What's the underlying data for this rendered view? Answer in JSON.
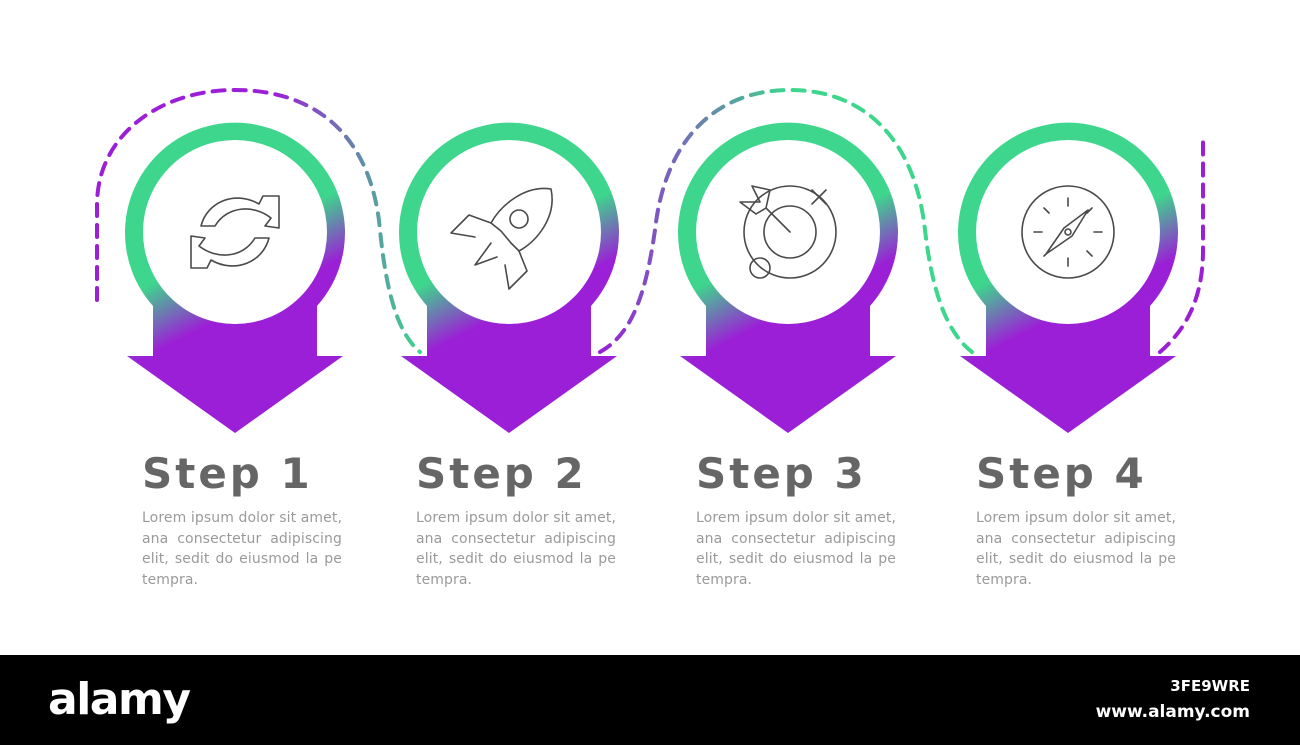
{
  "steps": [
    {
      "title": "Step 1",
      "description": "Lorem ipsum dolor sit amet, ana consectetur adipiscing elit, sedit do eiusmod la pe tempra.",
      "icon": "refresh-icon"
    },
    {
      "title": "Step 2",
      "description": "Lorem ipsum dolor sit amet, ana consectetur adipiscing elit, sedit do eiusmod la pe tempra.",
      "icon": "rocket-icon"
    },
    {
      "title": "Step 3",
      "description": "Lorem ipsum dolor sit amet, ana consectetur adipiscing elit, sedit do eiusmod la pe tempra.",
      "icon": "target-icon"
    },
    {
      "title": "Step 4",
      "description": "Lorem ipsum dolor sit amet, ana consectetur adipiscing elit, sedit do eiusmod la pe tempra.",
      "icon": "compass-icon"
    }
  ],
  "colors": {
    "green": "#3dd68c",
    "purple": "#9b1fd6",
    "title_text": "#666666",
    "body_text": "#9a9a9a",
    "icon_stroke": "#4a4a4a"
  },
  "watermark": {
    "brand": "alamy",
    "image_id": "3FE9WRE",
    "site": "www.alamy.com"
  }
}
